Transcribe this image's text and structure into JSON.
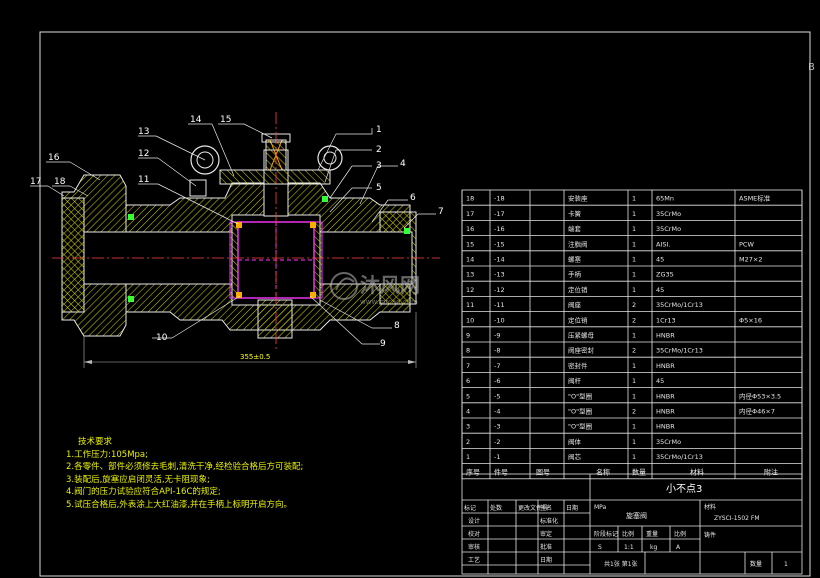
{
  "drawing": {
    "frame_mark": "B",
    "dimension": "355±0.5",
    "callouts": [
      "1",
      "2",
      "3",
      "4",
      "5",
      "6",
      "7",
      "8",
      "9",
      "10",
      "11",
      "12",
      "13",
      "14",
      "15",
      "16",
      "17",
      "18"
    ]
  },
  "parts_list": {
    "header": [
      "序号",
      "件号",
      "图号",
      "名称",
      "数量",
      "材料",
      "附注"
    ],
    "rows": [
      [
        "18",
        "-18",
        "",
        "安装座",
        "1",
        "65Mn",
        "ASME标准"
      ],
      [
        "17",
        "-17",
        "",
        "卡簧",
        "1",
        "35CrMo",
        ""
      ],
      [
        "16",
        "-16",
        "",
        "端套",
        "1",
        "35CrMo",
        ""
      ],
      [
        "15",
        "-15",
        "",
        "注脂阀",
        "1",
        "AISI.",
        "PCW"
      ],
      [
        "14",
        "-14",
        "",
        "螺塞",
        "1",
        "45",
        "M27×2"
      ],
      [
        "13",
        "-13",
        "",
        "手柄",
        "1",
        "ZG35",
        ""
      ],
      [
        "12",
        "-12",
        "",
        "定位销",
        "1",
        "45",
        ""
      ],
      [
        "11",
        "-11",
        "",
        "阀座",
        "2",
        "35CrMo/1Cr13",
        ""
      ],
      [
        "10",
        "-10",
        "",
        "定位销",
        "2",
        "1Cr13",
        "Φ5×16"
      ],
      [
        "9",
        "-9",
        "",
        "压紧螺母",
        "1",
        "HNBR",
        ""
      ],
      [
        "8",
        "-8",
        "",
        "阀座密封",
        "2",
        "35CrMo/1Cr13",
        ""
      ],
      [
        "7",
        "-7",
        "",
        "密封件",
        "1",
        "HNBR",
        ""
      ],
      [
        "6",
        "-6",
        "",
        "阀杆",
        "1",
        "45",
        ""
      ],
      [
        "5",
        "-5",
        "",
        "\"O\"型圈",
        "1",
        "HNBR",
        "内径Φ53×3.5"
      ],
      [
        "4",
        "-4",
        "",
        "\"O\"型圈",
        "2",
        "HNBR",
        "内径Φ46×7"
      ],
      [
        "3",
        "-3",
        "",
        "\"O\"型圈",
        "1",
        "HNBR",
        ""
      ],
      [
        "2",
        "-2",
        "",
        "阀体",
        "1",
        "35CrMo",
        ""
      ],
      [
        "1",
        "-1",
        "",
        "阀芯",
        "1",
        "35CrMo/1Cr13",
        ""
      ]
    ]
  },
  "title_block": {
    "company": "小不点3",
    "unit": "MPa",
    "product_name": "旋塞阀",
    "drawing_no": "ZYSCI-1502 FM",
    "material_label": "材料",
    "rev_headers": [
      "标记",
      "处数",
      "更改文件号",
      "签名",
      "日期"
    ],
    "sign_rows": [
      "设计",
      "校对",
      "审核",
      "工艺"
    ],
    "sign_rows2": [
      "标准化",
      "审定",
      "批准",
      "日期"
    ],
    "stage_headers": [
      "阶段标记",
      "比例",
      "重量",
      "比例"
    ],
    "stage_values": [
      "S",
      "1:1",
      "kg",
      "A"
    ],
    "sheet_text": "共1张 第1张",
    "count_label": "数量",
    "count_value": "1",
    "cast_label": "铸件"
  },
  "notes": {
    "title": "技术要求",
    "items": [
      "1.工作压力:105Mpa;",
      "2.各零件、部件必须修去毛刺,清洗干净,经检验合格后方可装配;",
      "3.装配后,旋塞应启闭灵活,无卡阻现象;",
      "4.阀门的压力试验应符合API-16C的规定;",
      "5.试压合格后,外表涂上大红油漆,并在手柄上标明开启方向。"
    ]
  },
  "watermark": {
    "text": "沐风网",
    "url": "www.mfcad.com"
  },
  "colors": {
    "background": "#000000",
    "table": "#e6e6e6",
    "section": "#dcdc00",
    "outline": "#e8e8e8",
    "seals": "#ff33ff",
    "centerline": "#ff4040",
    "callout": "#ffffff",
    "notes": "#e8f000",
    "hatch": "#d0d000"
  }
}
